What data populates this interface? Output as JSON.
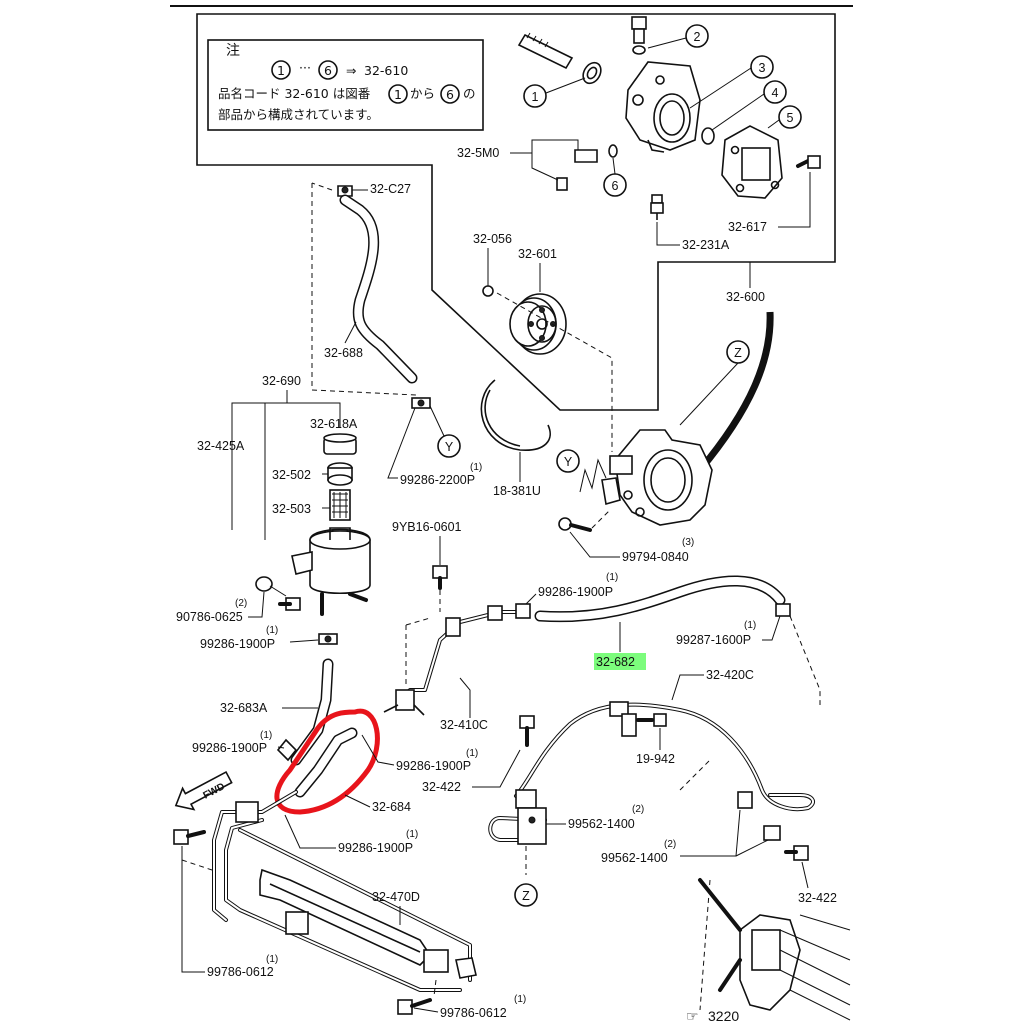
{
  "note": {
    "title": "注",
    "range_from": "1",
    "range_dots": "···",
    "range_to": "6",
    "arrow": "⇒",
    "range_part": "32-610",
    "line2": "品名コード 32-610 は図番",
    "line2_from": "1",
    "line2_mid": "から",
    "line2_to": "6",
    "line2_end": "の",
    "line3": "部品から構成されています。"
  },
  "callouts": {
    "n1": "1",
    "n2": "2",
    "n3": "3",
    "n4": "4",
    "n5": "5",
    "n6": "6",
    "y": "Y",
    "z": "Z"
  },
  "labels": {
    "p32_5M0": "32-5M0",
    "p32_617": "32-617",
    "p32_231A": "32-231A",
    "p32_600": "32-600",
    "p32_056": "32-056",
    "p32_601": "32-601",
    "p32_C27": "32-C27",
    "p32_688": "32-688",
    "p32_690": "32-690",
    "p32_618A": "32-618A",
    "p32_425A": "32-425A",
    "p32_502": "32-502",
    "p32_503": "32-503",
    "p90786_0625": "90786-0625",
    "p90786_0625_q": "(2)",
    "p99286_2200P": "99286-2200P",
    "p99286_2200P_q": "(1)",
    "p18_381U": "18-381U",
    "p9YB16_0601": "9YB16-0601",
    "p99794_0840": "99794-0840",
    "p99794_0840_q": "(3)",
    "p99286_1900P_a": "99286-1900P",
    "p99286_1900P_a_q": "(1)",
    "p99286_1900P_b": "99286-1900P",
    "p99286_1900P_b_q": "(1)",
    "p99287_1600P": "99287-1600P",
    "p99287_1600P_q": "(1)",
    "p32_682": "32-682",
    "p32_683A": "32-683A",
    "p32_410C": "32-410C",
    "p32_420C": "32-420C",
    "p99286_1900P_c": "99286-1900P",
    "p99286_1900P_c_q": "(1)",
    "p99286_1900P_d": "99286-1900P",
    "p99286_1900P_d_q": "(1)",
    "p32_684": "32-684",
    "p99286_1900P_e": "99286-1900P",
    "p99286_1900P_e_q": "(1)",
    "p19_942": "19-942",
    "p32_422_a": "32-422",
    "p99562_1400_a": "99562-1400",
    "p99562_1400_a_q": "(2)",
    "p99562_1400_b": "99562-1400",
    "p99562_1400_b_q": "(2)",
    "p32_422_b": "32-422",
    "p32_470D": "32-470D",
    "p99786_0612_a": "99786-0612",
    "p99786_0612_a_q": "(1)",
    "p99786_0612_b": "99786-0612",
    "p99786_0612_b_q": "(1)",
    "p3220": "3220",
    "fwd": "FWD"
  },
  "colors": {
    "highlight": "#7CFC7C",
    "circle_mark": "#E8141B",
    "ink": "#111111"
  }
}
